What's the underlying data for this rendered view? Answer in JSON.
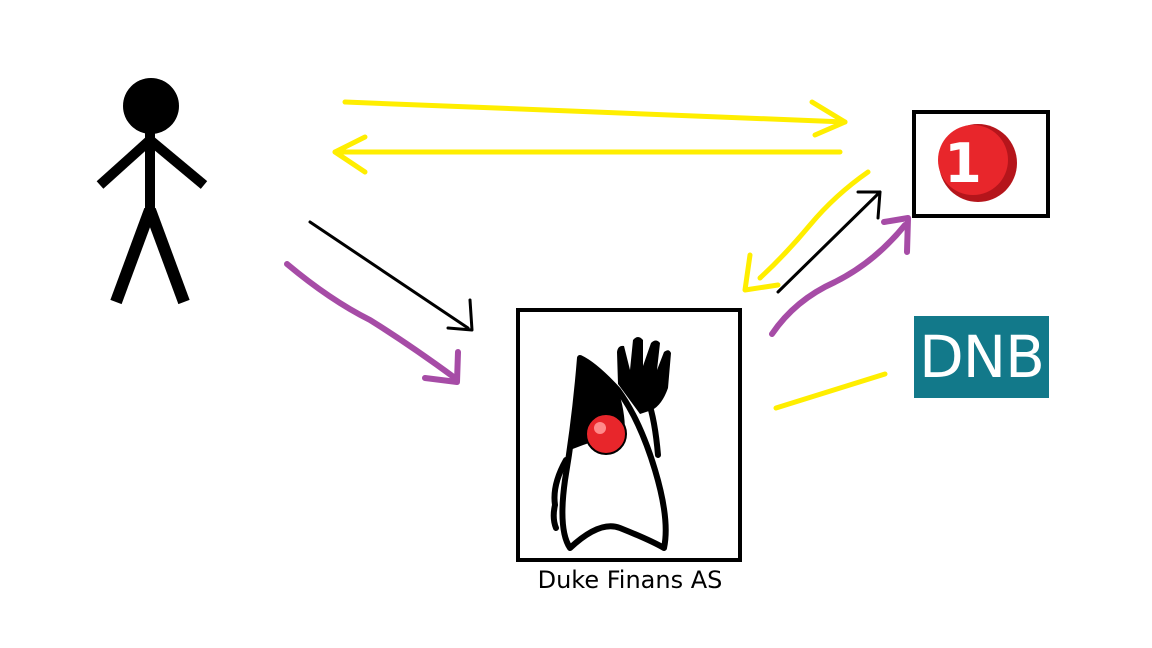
{
  "duke_caption": "Duke Finans AS",
  "bankid_logo_text": "1",
  "dnb_logo_text": "DNB",
  "colors": {
    "yellow": "#ffee00",
    "purple": "#a64ca6",
    "black": "#000000",
    "dnb_teal": "#12798a",
    "bankid_red": "#e8262b"
  },
  "icons": {
    "person": "stick-figure-icon",
    "duke": "java-duke-mascot-icon",
    "bankid": "bankid-logo",
    "dnb": "dnb-logo"
  }
}
